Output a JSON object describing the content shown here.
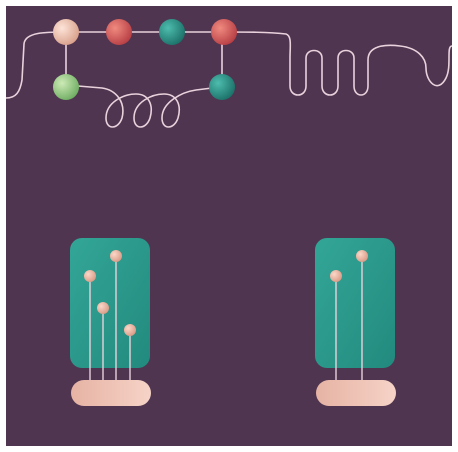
{
  "colors": {
    "background": "#4f3550",
    "wire": "#e9d2dc",
    "bead_peach": "#efc1ae",
    "bead_coral": "#d85a5a",
    "bead_teal": "#27948a",
    "bead_green": "#9fd08b",
    "panel_teal": "#2a9a8c",
    "base_peach": "#efc2b3",
    "dot_peach": "#efb9a6"
  },
  "illustration": {
    "beads": [
      "peach",
      "coral",
      "teal",
      "coral",
      "green",
      "teal"
    ],
    "left_panel_dots": 4,
    "right_panel_dots": 2
  }
}
